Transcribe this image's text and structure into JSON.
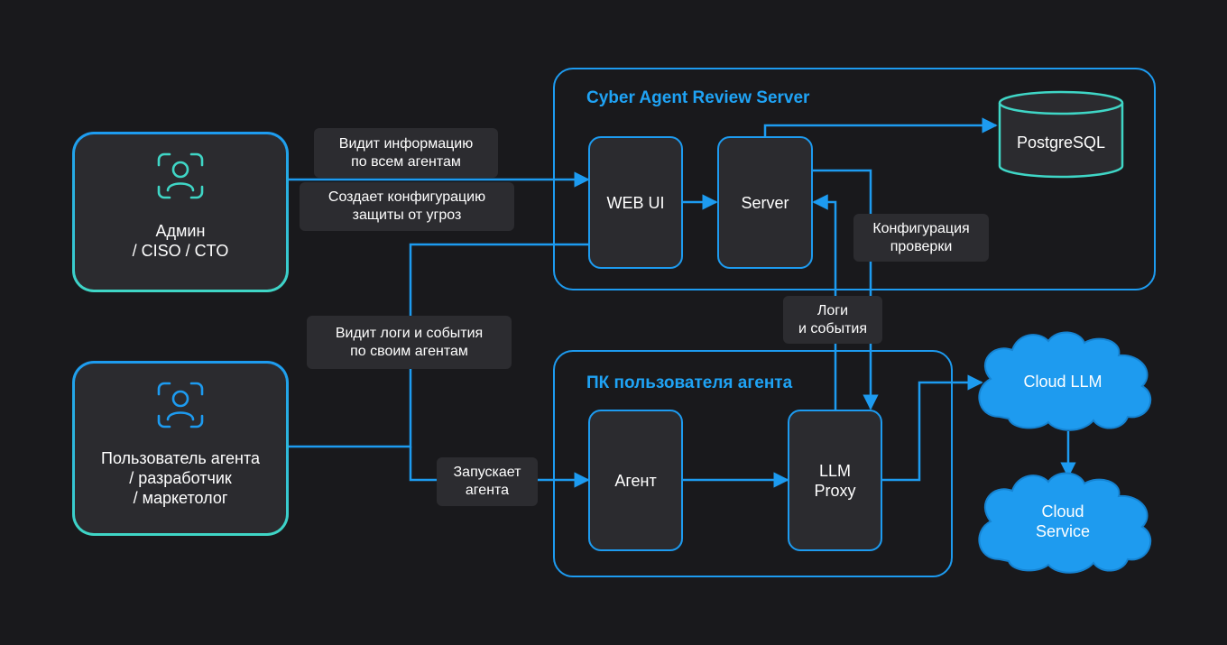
{
  "groups": {
    "server": {
      "title": "Cyber Agent Review Server"
    },
    "pc": {
      "title": "ПК пользователя агента"
    }
  },
  "actors": {
    "admin": {
      "label": "Админ\n/ CISO / CTO",
      "icon": "user-face-scan-icon"
    },
    "user": {
      "label": "Пользователь агента\n/ разработчик\n/ маркетолог",
      "icon": "user-face-scan-icon"
    }
  },
  "nodes": {
    "web_ui": "WEB UI",
    "server": "Server",
    "agent": "Агент",
    "llm_proxy": "LLM\nProxy",
    "postgres": "PostgreSQL",
    "cloud_llm": "Cloud LLM",
    "cloud_service": "Cloud\nService"
  },
  "edge_labels": {
    "sees_all": "Видит информацию\nпо всем агентам",
    "creates_config": "Создает конфигурацию\nзащиты от угроз",
    "sees_own": "Видит логи и события\nпо своим агентам",
    "launches": "Запускает\nагента",
    "check_config": "Конфигурация\nпроверки",
    "logs_events": "Логи\nи события"
  },
  "colors": {
    "background": "#19191c",
    "accent": "#1d9bf0",
    "teal": "#3fd6c6",
    "node_fill": "#2b2b2f",
    "chip_fill": "#2c2c30",
    "cloud_fill": "#1e9bef"
  }
}
